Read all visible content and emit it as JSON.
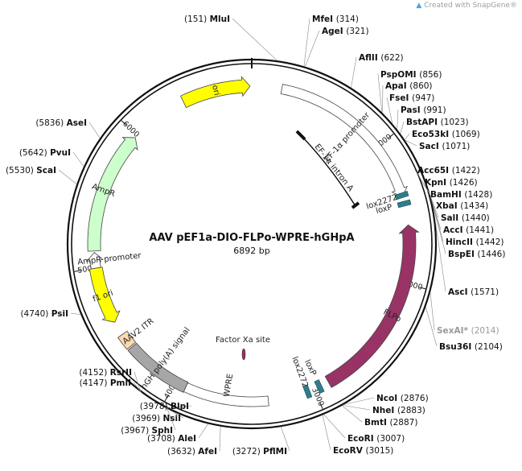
{
  "watermark": "Created with SnapGene®",
  "map": {
    "title": "AAV pEF1a-DIO-FLPo-WPRE-hGHpA",
    "size_label": "6892 bp",
    "total_bp": 6892
  },
  "colors": {
    "backbone": "#111111",
    "ori": "#ffff00",
    "ampR": "#ccffcc",
    "promoter": "#ffffff",
    "flpo": "#993366",
    "polyA": "#a6a6a6",
    "itr": "#ffd8b1",
    "lox": "#2e7d8c",
    "f1ori": "#ffff00"
  },
  "ticks": [
    {
      "bp": 1000,
      "label": "1000"
    },
    {
      "bp": 2000,
      "label": "2000"
    },
    {
      "bp": 3000,
      "label": "3000"
    },
    {
      "bp": 4000,
      "label": "4000"
    },
    {
      "bp": 5000,
      "label": "5000"
    },
    {
      "bp": 6000,
      "label": "6000"
    }
  ],
  "features": [
    {
      "id": "ori",
      "label": "ori",
      "start": 6400,
      "end": 6880,
      "dir": "cw",
      "color": "#ffff00",
      "track": "inner",
      "width": 16
    },
    {
      "id": "ef1a-promoter",
      "label": "EF-1α promoter",
      "start": 210,
      "end": 1390,
      "dir": "cw",
      "color": "#ffffff",
      "track": "inner",
      "width": 12
    },
    {
      "id": "ampr",
      "label": "AmpR",
      "start": 5120,
      "end": 5980,
      "dir": "cw",
      "color": "#ccffcc",
      "track": "inner",
      "width": 16
    },
    {
      "id": "ampr-promoter",
      "label": "AmpR promoter",
      "start": 5000,
      "end": 5110,
      "dir": "cw",
      "color": "#ffffff",
      "track": "inner",
      "width": 12
    },
    {
      "id": "f1-ori",
      "label": "f1 ori",
      "start": 4600,
      "end": 5000,
      "dir": "ccw",
      "color": "#ffff00",
      "track": "inner",
      "width": 16
    },
    {
      "id": "aav2-itr",
      "label": "AAV2 ITR",
      "start": 4400,
      "end": 4500,
      "dir": "none",
      "color": "#ffd8b1",
      "track": "inner",
      "width": 14
    },
    {
      "id": "hgh-polya",
      "label": "hGH poly(A) signal",
      "start": 3920,
      "end": 4390,
      "dir": "none",
      "color": "#a6a6a6",
      "track": "inner",
      "width": 14
    },
    {
      "id": "wpre",
      "label": "WPRE",
      "start": 3330,
      "end": 3920,
      "dir": "none",
      "color": "#ffffff",
      "track": "inner",
      "width": 12
    },
    {
      "id": "flpo",
      "label": "FLPo",
      "start": 1590,
      "end": 2890,
      "dir": "ccw",
      "color": "#993366",
      "track": "inner",
      "width": 16
    }
  ],
  "small_features": [
    {
      "id": "loxp-1",
      "label": "loxP",
      "bp": 1440
    },
    {
      "id": "lox2272-1",
      "label": "lox2272",
      "bp": 1380
    },
    {
      "id": "loxp-2",
      "label": "loxP",
      "bp": 2960
    },
    {
      "id": "lox2272-2",
      "label": "lox2272",
      "bp": 3050
    }
  ],
  "intron": {
    "label": "EF-1α intron A"
  },
  "factor_xa": {
    "label": "Factor Xa site"
  },
  "sites": [
    {
      "name": "MluI",
      "pos": "(151)",
      "side": "left",
      "dim": false
    },
    {
      "name": "MfeI",
      "pos": "(314)",
      "side": "right",
      "dim": false
    },
    {
      "name": "AgeI",
      "pos": "(321)",
      "side": "right",
      "dim": false
    },
    {
      "name": "AflII",
      "pos": "(622)",
      "side": "right",
      "dim": false
    },
    {
      "name": "PspOMI",
      "pos": "(856)",
      "side": "right",
      "dim": false
    },
    {
      "name": "ApaI",
      "pos": "(860)",
      "side": "right",
      "dim": false
    },
    {
      "name": "FseI",
      "pos": "(947)",
      "side": "right",
      "dim": false
    },
    {
      "name": "PasI",
      "pos": "(991)",
      "side": "right",
      "dim": false
    },
    {
      "name": "BstAPI",
      "pos": "(1023)",
      "side": "right",
      "dim": false
    },
    {
      "name": "Eco53kI",
      "pos": "(1069)",
      "side": "right",
      "dim": false
    },
    {
      "name": "SacI",
      "pos": "(1071)",
      "side": "right",
      "dim": false
    },
    {
      "name": "Acc65I",
      "pos": "(1422)",
      "side": "right",
      "dim": false
    },
    {
      "name": "KpnI",
      "pos": "(1426)",
      "side": "right",
      "dim": false
    },
    {
      "name": "BamHI",
      "pos": "(1428)",
      "side": "right",
      "dim": false
    },
    {
      "name": "XbaI",
      "pos": "(1434)",
      "side": "right",
      "dim": false
    },
    {
      "name": "SalI",
      "pos": "(1440)",
      "side": "right",
      "dim": false
    },
    {
      "name": "AccI",
      "pos": "(1441)",
      "side": "right",
      "dim": false
    },
    {
      "name": "HincII",
      "pos": "(1442)",
      "side": "right",
      "dim": false
    },
    {
      "name": "BspEI",
      "pos": "(1446)",
      "side": "right",
      "dim": false
    },
    {
      "name": "AscI",
      "pos": "(1571)",
      "side": "right",
      "dim": false
    },
    {
      "name": "SexAI*",
      "pos": "(2014)",
      "side": "right",
      "dim": true
    },
    {
      "name": "Bsu36I",
      "pos": "(2104)",
      "side": "right",
      "dim": false
    },
    {
      "name": "NcoI",
      "pos": "(2876)",
      "side": "right",
      "dim": false
    },
    {
      "name": "NheI",
      "pos": "(2883)",
      "side": "right",
      "dim": false
    },
    {
      "name": "BmtI",
      "pos": "(2887)",
      "side": "right",
      "dim": false
    },
    {
      "name": "EcoRI",
      "pos": "(3007)",
      "side": "right",
      "dim": false
    },
    {
      "name": "EcoRV",
      "pos": "(3015)",
      "side": "right",
      "dim": false
    },
    {
      "name": "PflMI",
      "pos": "(3272)",
      "side": "left",
      "dim": false
    },
    {
      "name": "AfeI",
      "pos": "(3632)",
      "side": "left",
      "dim": false
    },
    {
      "name": "AleI",
      "pos": "(3708)",
      "side": "left",
      "dim": false
    },
    {
      "name": "SphI",
      "pos": "(3967)",
      "side": "left",
      "dim": false
    },
    {
      "name": "NsiI",
      "pos": "(3969)",
      "side": "left",
      "dim": false
    },
    {
      "name": "BlpI",
      "pos": "(3978)",
      "side": "left",
      "dim": false
    },
    {
      "name": "PmlI",
      "pos": "(4147)",
      "side": "left",
      "dim": false
    },
    {
      "name": "RsrII",
      "pos": "(4152)",
      "side": "left",
      "dim": false
    },
    {
      "name": "PsiI",
      "pos": "(4740)",
      "side": "left",
      "dim": false
    },
    {
      "name": "ScaI",
      "pos": "(5530)",
      "side": "left",
      "dim": false
    },
    {
      "name": "PvuI",
      "pos": "(5642)",
      "side": "left",
      "dim": false
    },
    {
      "name": "AseI",
      "pos": "(5836)",
      "side": "left",
      "dim": false
    }
  ]
}
